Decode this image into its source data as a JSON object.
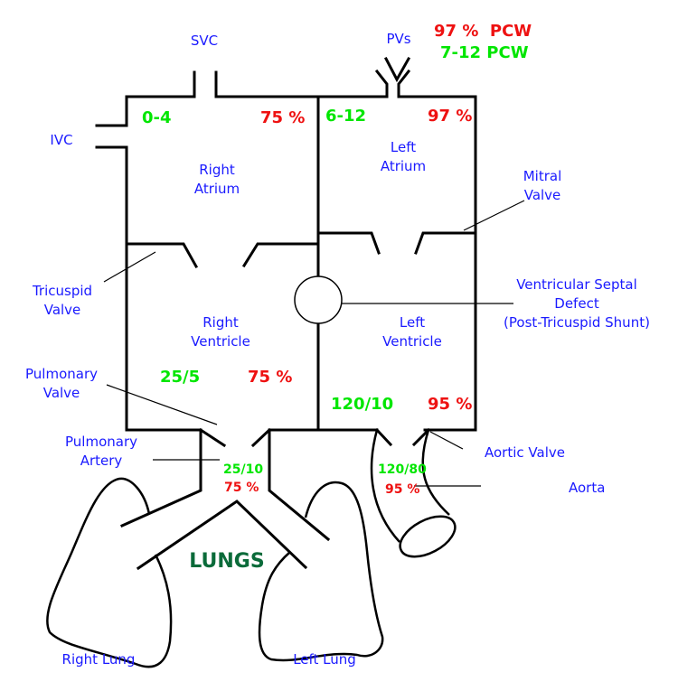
{
  "colors": {
    "label": "#1a1aff",
    "pressure": "#00e600",
    "saturation": "#ee1111",
    "lungs": "#0b6b3a",
    "outline": "#000000"
  },
  "vessels": {
    "svc": "SVC",
    "ivc": "IVC",
    "pvs": "PVs"
  },
  "pcw": {
    "saturation": "97 %  PCW",
    "pressure": "7-12 PCW"
  },
  "chambers": {
    "right_atrium": {
      "line1": "Right",
      "line2": "Atrium",
      "pressure": "0-4",
      "saturation": "75 %"
    },
    "left_atrium": {
      "line1": "Left",
      "line2": "Atrium",
      "pressure": "6-12",
      "saturation": "97 %"
    },
    "right_ventricle": {
      "line1": "Right",
      "line2": "Ventricle",
      "pressure": "25/5",
      "saturation": "75 %"
    },
    "left_ventricle": {
      "line1": "Left",
      "line2": "Ventricle",
      "pressure": "120/10",
      "saturation": "95 %"
    }
  },
  "arteries": {
    "pulmonary_artery": {
      "line1": "Pulmonary",
      "line2": "Artery",
      "pressure": "25/10",
      "saturation": "75 %"
    },
    "aorta": {
      "label": "Aorta",
      "pressure": "120/80",
      "saturation": "95 %"
    }
  },
  "valves": {
    "tricuspid": {
      "line1": "Tricuspid",
      "line2": "Valve"
    },
    "mitral": {
      "line1": "Mitral",
      "line2": "Valve"
    },
    "pulmonary": {
      "line1": "Pulmonary",
      "line2": "Valve"
    },
    "aortic": {
      "label": "Aortic Valve"
    }
  },
  "defect": {
    "line1": "Ventricular Septal",
    "line2": "Defect",
    "line3": "(Post-Tricuspid Shunt)"
  },
  "lungs": {
    "title": "LUNGS",
    "right": "Right Lung",
    "left": "Left Lung"
  }
}
